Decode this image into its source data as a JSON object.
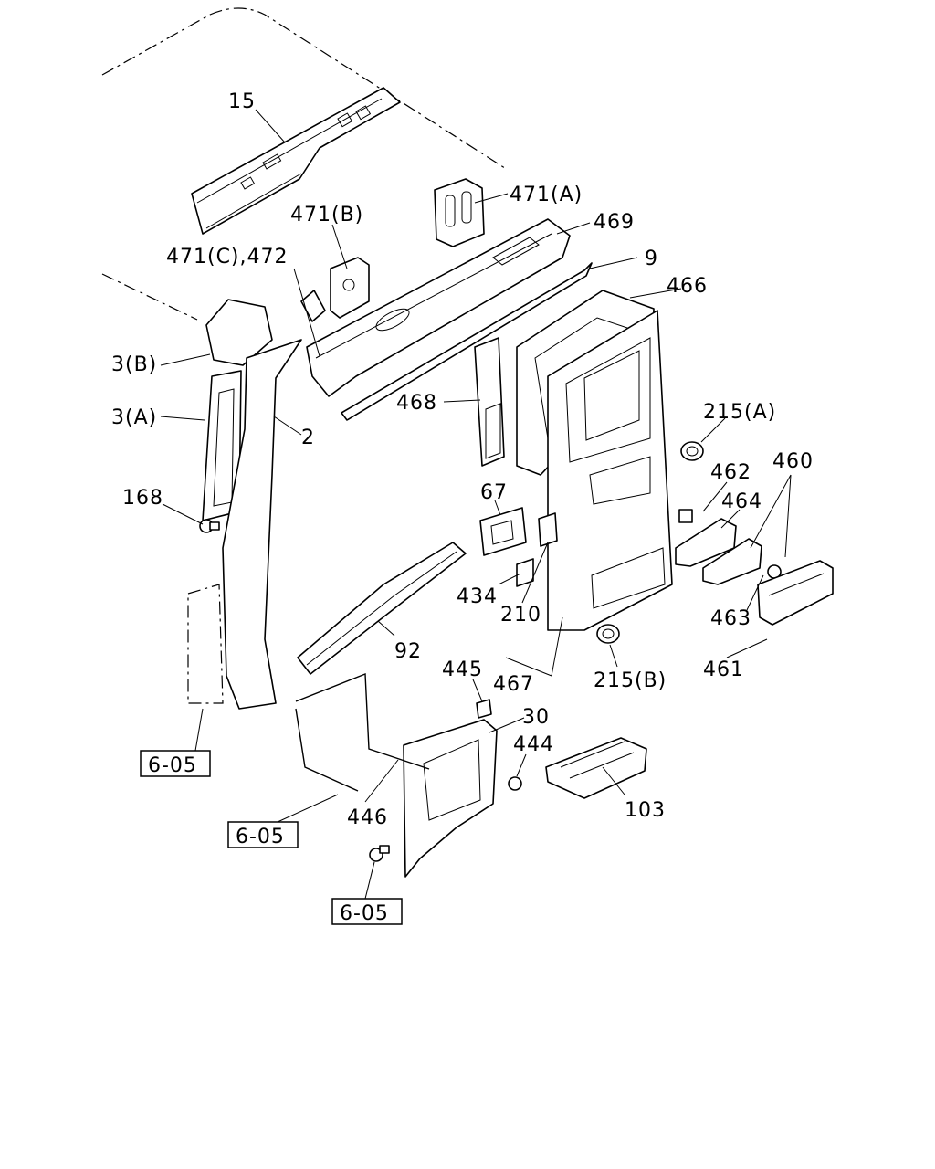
{
  "labels": {
    "p15": "15",
    "p471a": "471(A)",
    "p471b": "471(B)",
    "p469": "469",
    "p471c472": "471(C),472",
    "p9": "9",
    "p466": "466",
    "p3b": "3(B)",
    "p3a": "3(A)",
    "p2": "2",
    "p468": "468",
    "p215a": "215(A)",
    "p460": "460",
    "p462": "462",
    "p464": "464",
    "p168": "168",
    "p67": "67",
    "p434": "434",
    "p210": "210",
    "p463": "463",
    "p461": "461",
    "p92": "92",
    "p467": "467",
    "p215b": "215(B)",
    "p445": "445",
    "p30": "30",
    "p444": "444",
    "p103": "103",
    "p446": "446"
  },
  "refs": {
    "ref1": "6-05",
    "ref2": "6-05",
    "ref3": "6-05"
  }
}
